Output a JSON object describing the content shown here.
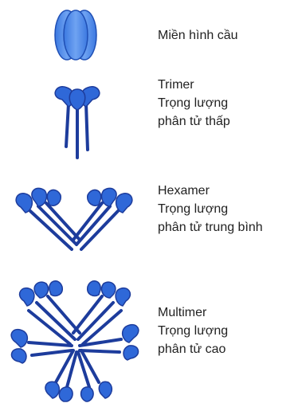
{
  "colors": {
    "fill_blue": "#2f68d8",
    "stalk_blue": "#1f3f9e",
    "globule_blue": "#4a86e8"
  },
  "items": [
    {
      "icon": "globular-domain-icon",
      "lines": [
        "Miền hình cầu"
      ]
    },
    {
      "icon": "trimer-icon",
      "lines": [
        "Trimer",
        "Trọng lượng",
        "phân tử thấp"
      ]
    },
    {
      "icon": "hexamer-icon",
      "lines": [
        "Hexamer",
        "Trọng lượng",
        "phân tử trung bình"
      ]
    },
    {
      "icon": "multimer-icon",
      "lines": [
        "Multimer",
        "Trọng lượng",
        "phân tử cao"
      ]
    }
  ]
}
